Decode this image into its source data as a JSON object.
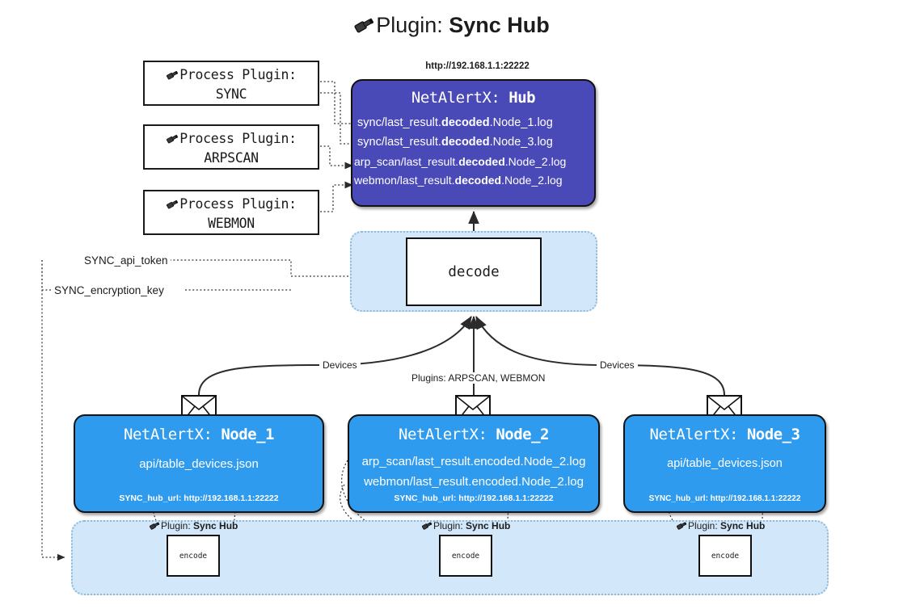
{
  "title": {
    "icon": "plug-icon",
    "prefix": "Plugin: ",
    "name": "Sync Hub"
  },
  "process_plugins": [
    {
      "icon": "plug-icon",
      "line1": "Process Plugin:",
      "line2": "SYNC"
    },
    {
      "icon": "plug-icon",
      "line1": "Process Plugin:",
      "line2": "ARPSCAN"
    },
    {
      "icon": "plug-icon",
      "line1": "Process Plugin:",
      "line2": "WEBMON"
    }
  ],
  "hub": {
    "url": "http://192.168.1.1:22222",
    "title_prefix": "NetAlertX: ",
    "title_name": "Hub",
    "lines": [
      {
        "pre": "sync/last_result.",
        "em": "decoded",
        "post": ".Node_1.log"
      },
      {
        "pre": "sync/last_result.",
        "em": "decoded",
        "post": ".Node_3.log"
      },
      {
        "pre": "arp_scan/last_result.",
        "em": "decoded",
        "post": ".Node_2.log"
      },
      {
        "pre": "webmon/last_result.",
        "em": "decoded",
        "post": ".Node_2.log"
      }
    ]
  },
  "decode": {
    "label": "decode"
  },
  "env_vars": {
    "api_token": "SYNC_api_token",
    "encryption_key": "SYNC_encryption_key"
  },
  "edge_labels": {
    "devices_left": "Devices",
    "devices_right": "Devices",
    "plugins": "Plugins: ARPSCAN, WEBMON"
  },
  "nodes": [
    {
      "title_prefix": "NetAlertX: ",
      "title_name": "Node_1",
      "lines": [
        "api/table_devices.json"
      ],
      "footer": "SYNC_hub_url: http://192.168.1.1:22222",
      "envelope_icon": "envelope-icon"
    },
    {
      "title_prefix": "NetAlertX: ",
      "title_name": "Node_2",
      "lines": [
        "arp_scan/last_result.encoded.Node_2.log",
        "webmon/last_result.encoded.Node_2.log"
      ],
      "footer": "SYNC_hub_url: http://192.168.1.1:22222",
      "envelope_icon": "envelope-icon"
    },
    {
      "title_prefix": "NetAlertX: ",
      "title_name": "Node_3",
      "lines": [
        "api/table_devices.json"
      ],
      "footer": "SYNC_hub_url: http://192.168.1.1:22222",
      "envelope_icon": "envelope-icon"
    }
  ],
  "encode_sections": [
    {
      "tag_prefix": "Plugin: ",
      "tag_name": "Sync Hub",
      "box_label": "encode"
    },
    {
      "tag_prefix": "Plugin: ",
      "tag_name": "Sync Hub",
      "box_label": "encode"
    },
    {
      "tag_prefix": "Plugin: ",
      "tag_name": "Sync Hub",
      "box_label": "encode"
    }
  ],
  "colors": {
    "hub_fill": "#4949b8",
    "node_fill": "#2f9bef",
    "region_fill": "#d2e7fa",
    "region_border": "#8fb9d9",
    "stroke": "#111111",
    "background": "#ffffff"
  }
}
